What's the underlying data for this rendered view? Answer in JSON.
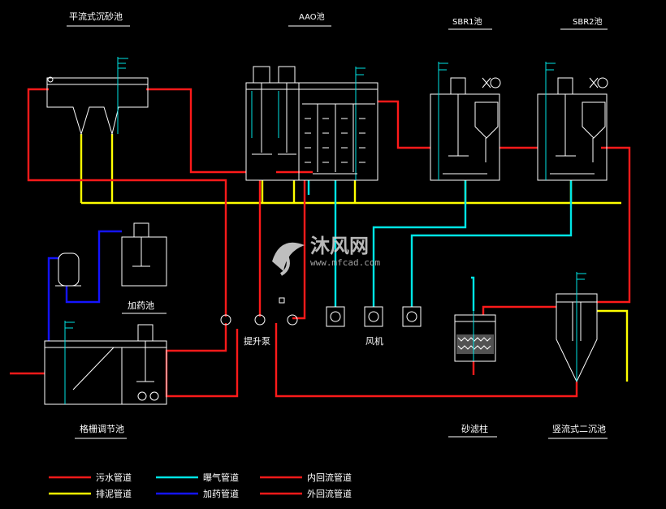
{
  "colors": {
    "sewage": "#ff1a1a",
    "sludge": "#ffff00",
    "aeration": "#00e5e5",
    "dosing": "#1414ff",
    "inner_reflux": "#ff1a1a",
    "outer_reflux": "#ff1a1a",
    "equipment": "#ffffff",
    "background": "#000000"
  },
  "units": {
    "grit_chamber": "平流式沉砂池",
    "aao": "AAO池",
    "sbr1": "SBR1池",
    "sbr2": "SBR2池",
    "dosing_tank": "加药池",
    "lift_pump": "提升泵",
    "blower": "风机",
    "screen_tank": "格栅调节池",
    "sand_filter": "砂滤柱",
    "vertical_clarifier": "竖流式二沉池"
  },
  "legend": [
    {
      "label": "污水管道",
      "color": "#ff1a1a"
    },
    {
      "label": "排泥管道",
      "color": "#ffff00"
    },
    {
      "label": "曝气管道",
      "color": "#00e5e5"
    },
    {
      "label": "加药管道",
      "color": "#1414ff"
    },
    {
      "label": "内回流管道",
      "color": "#ff1a1a"
    },
    {
      "label": "外回流管道",
      "color": "#ff1a1a"
    }
  ],
  "watermark": {
    "brand": "沐风网",
    "url": "www.mfcad.com"
  }
}
